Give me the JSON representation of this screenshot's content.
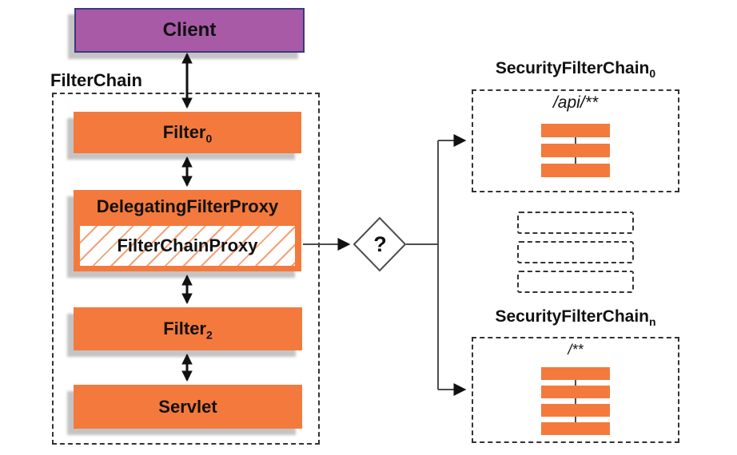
{
  "diagram": {
    "client": {
      "label": "Client"
    },
    "filter_chain": {
      "label": "FilterChain",
      "filter0": {
        "label": "Filter",
        "subscript": "0"
      },
      "delegating_filter_proxy": {
        "label": "DelegatingFilterProxy"
      },
      "filter_chain_proxy": {
        "label": "FilterChainProxy"
      },
      "filter2": {
        "label": "Filter",
        "subscript": "2"
      },
      "servlet": {
        "label": "Servlet"
      }
    },
    "decision": {
      "label": "?"
    },
    "security_filter_chain_0": {
      "title": "SecurityFilterChain",
      "title_subscript": "0",
      "request_pattern": "/api/**",
      "filter_bar_count": 3
    },
    "security_filter_chain_n": {
      "title": "SecurityFilterChain",
      "title_subscript": "n",
      "request_pattern": "/**",
      "filter_bar_count": 4
    },
    "collapsed_chain_count": 3,
    "colors": {
      "box_orange": "#f4793d",
      "hatch_orange": "#f7a077",
      "client_purple": "#a85aa7",
      "client_border": "#3b3a80",
      "connector_gray": "#4d4d4d",
      "text_black": "#111111",
      "dashed_border": "#333333"
    }
  }
}
